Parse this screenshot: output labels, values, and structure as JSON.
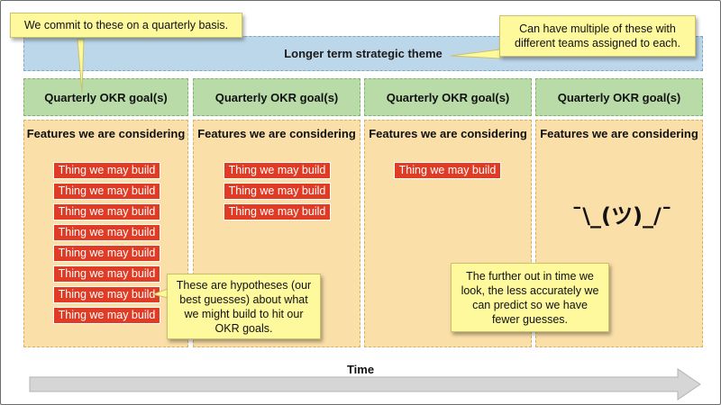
{
  "theme": {
    "label": "Longer term strategic theme"
  },
  "goals": [
    {
      "label": "Quarterly OKR goal(s)"
    },
    {
      "label": "Quarterly OKR goal(s)"
    },
    {
      "label": "Quarterly OKR goal(s)"
    },
    {
      "label": "Quarterly OKR goal(s)"
    }
  ],
  "columns": [
    {
      "title": "Features we are considering",
      "chip_count": 8
    },
    {
      "title": "Features we are considering",
      "chip_count": 3
    },
    {
      "title": "Features we are considering",
      "chip_count": 1
    },
    {
      "title": "Features we are considering",
      "chip_count": 0
    }
  ],
  "chip_label": "Thing we may build",
  "shrug": "¯\\_(ツ)_/¯",
  "notes": {
    "quarterly": "We commit to these on a quarterly basis.",
    "multiple": "Can have multiple of these with different teams assigned to each.",
    "hypotheses": "These are hypotheses (our best guesses) about what we might build to hit our OKR goals.",
    "further_out": "The further out in time we look, the less accurately we can predict so we have fewer guesses."
  },
  "time": {
    "label": "Time"
  },
  "colors": {
    "theme": "#bdd7ea",
    "goal": "#b8dba7",
    "column": "#fbdfa9",
    "chip": "#e03b24",
    "note": "#fdf99c",
    "arrow": "#d6d6d6"
  }
}
